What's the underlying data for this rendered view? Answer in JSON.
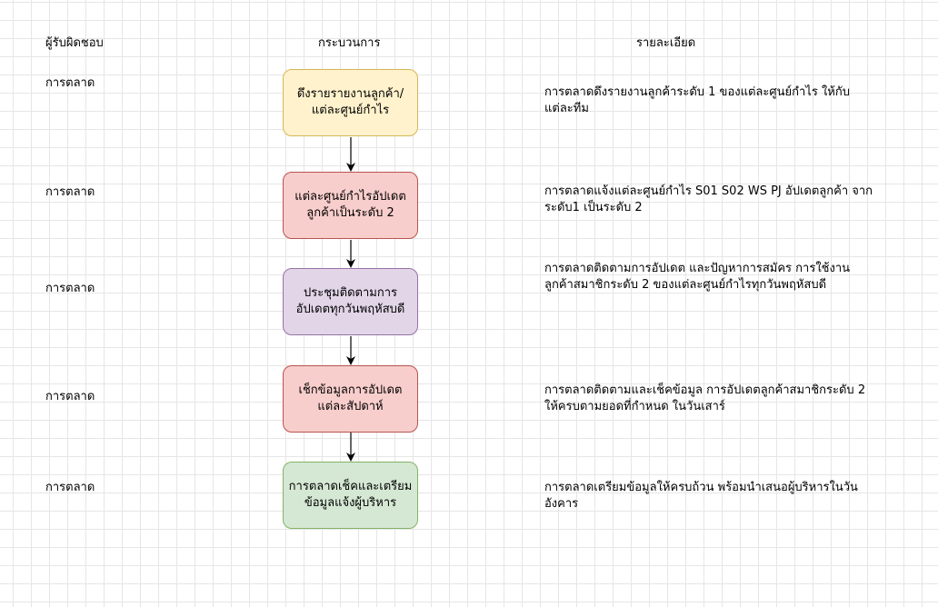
{
  "headers": {
    "responsible": "ผู้รับผิดชอบ",
    "process": "กระบวนการ",
    "detail": "รายละเอียด"
  },
  "steps": [
    {
      "role": "การตลาด",
      "process": "ดึงรายรายงานลูกค้า/แต่ละศูนย์กำไร",
      "detail": "การตลาดดึงรายงานลูกค้าระดับ 1 ของแต่ละศูนย์กำไร ให้กับแต่ละทีม",
      "fill": "#fff2cc",
      "stroke": "#d6b656"
    },
    {
      "role": "การตลาด",
      "process": "แต่ละศูนย์กำไรอัปเดตลูกค้าเป็นระดับ 2",
      "detail": "การตลาดแจ้งแต่ละศูนย์กำไร S01 S02 WS  PJ อัปเดตลูกค้า จากระดับ1 เป็นระดับ 2",
      "fill": "#f8cecc",
      "stroke": "#b85450"
    },
    {
      "role": "การตลาด",
      "process": "ประชุมติดตามการอัปเดตทุกวันพฤหัสบดี",
      "detail": "การตลาดติดตามการอัปเดต และปัญหาการสมัคร การใช้งาน ลูกค้าสมาชิกระดับ 2 ของแต่ละศูนย์กำไรทุกวันพฤหัสบดี",
      "fill": "#e1d5e7",
      "stroke": "#9673a6"
    },
    {
      "role": "การตลาด",
      "process": "เช็กข้อมูลการอัปเดตแต่ละสัปดาห์",
      "detail": "การตลาดติดตามและเช็คข้อมูล  การอัปเดตลูกค้าสมาชิกระดับ 2 ให้ครบตามยอดที่กำหนด ในวันเสาร์",
      "fill": "#f8cecc",
      "stroke": "#b85450"
    },
    {
      "role": "การตลาด",
      "process": "การตลาดเช็คและเตรียมข้อมูลแจ้งผู้บริหาร",
      "detail": "การตลาดเตรียมข้อมูลให้ครบถ้วน พร้อมนำเสนอผู้บริหารในวันอังคาร",
      "fill": "#d5e8d4",
      "stroke": "#82b366"
    }
  ]
}
